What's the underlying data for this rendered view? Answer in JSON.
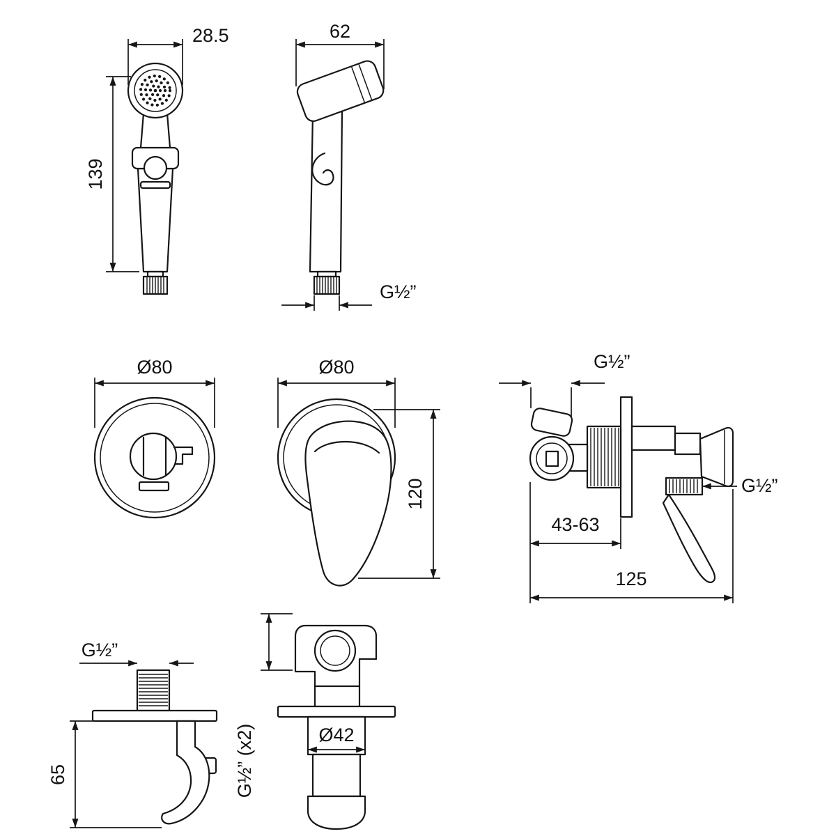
{
  "drawing": {
    "description": "Bidet hand-shower set with concealed mixer — dimensional technical drawing",
    "views": [
      "hand-sprayer-front",
      "hand-sprayer-side",
      "escutcheon-with-holder-front",
      "mixer-escutcheon-with-lever-front",
      "concealed-mixer-side",
      "wall-outlet-holder-side",
      "wall-outlet-holder-front"
    ]
  },
  "labels": {
    "sprayer_head_width": "28.5",
    "sprayer_length": "139",
    "sprayer_head_depth": "62",
    "sprayer_thread": "G½”",
    "holder_escutcheon_diameter": "Ø80",
    "mixer_escutcheon_diameter": "Ø80",
    "lever_height": "120",
    "mixer_inlet_thread": "G½”",
    "mixer_depth_range": "43-63",
    "mixer_outlet_thread": "G½”",
    "mixer_width": "125",
    "outlet_thread": "G½”",
    "outlet_height": "65",
    "outlet_connections": "G½” (x2)",
    "outlet_body_diameter": "Ø42"
  },
  "colors": {
    "line": "#161616",
    "background": "#ffffff"
  }
}
